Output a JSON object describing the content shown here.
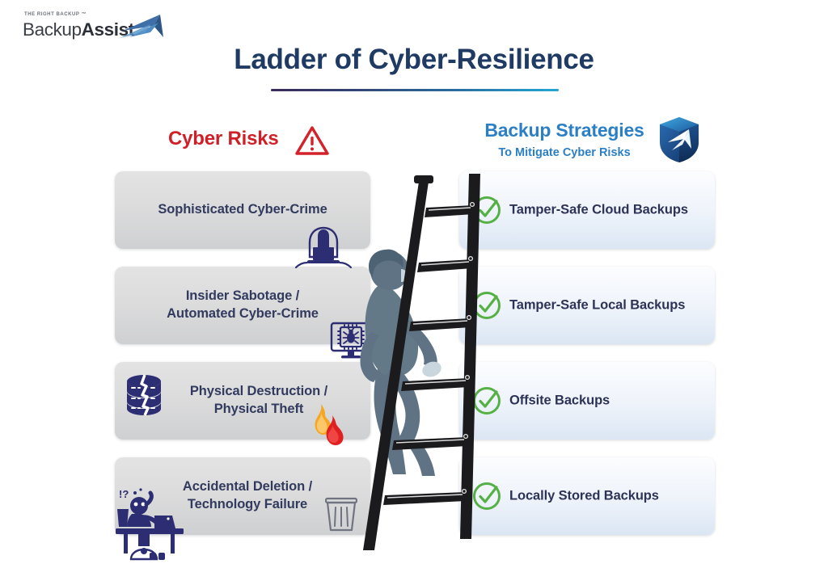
{
  "brand": {
    "tagline": "The Right Backup ™",
    "name_light": "Backup",
    "name_bold": "Assist",
    "logo_mark": "arrow-mark"
  },
  "header": {
    "title": "Ladder of Cyber-Resilience"
  },
  "columns": {
    "left": {
      "heading": "Cyber Risks",
      "heading_color": "#cf2027",
      "icon": "warning-triangle-icon",
      "items": [
        {
          "label": "Sophisticated Cyber-Crime",
          "icon": "hacker-laptop-icon"
        },
        {
          "label": "Insider Sabotage /\nAutomated Cyber-Crime",
          "line1": "Insider Sabotage /",
          "line2": "Automated Cyber-Crime",
          "icon": "monitor-bug-chip-icon"
        },
        {
          "label": "Physical Destruction /\nPhysical Theft",
          "line1": "Physical Destruction /",
          "line2": "Physical Theft",
          "icon": "cracked-database-icon",
          "icon2": "flame-icon"
        },
        {
          "label": "Accidental Deletion  /\nTechnology Failure",
          "line1": "Accidental Deletion  /",
          "line2": "Technology Failure",
          "icon": "frustrated-person-desk-icon",
          "icon2": "trash-bin-icon"
        }
      ]
    },
    "right": {
      "heading": "Backup Strategies",
      "subheading": "To Mitigate Cyber Risks",
      "heading_color": "#2b7fc4",
      "icon": "blue-shield-icon",
      "items": [
        {
          "label": "Tamper-Safe Cloud Backups",
          "icon": "green-check-circle-icon"
        },
        {
          "label": "Tamper-Safe Local Backups",
          "icon": "green-check-circle-icon"
        },
        {
          "label": "Offsite Backups",
          "icon": "green-check-circle-icon"
        },
        {
          "label": "Locally Stored Backups",
          "icon": "green-check-circle-icon"
        }
      ]
    }
  },
  "illustration": {
    "ladder": "black-ladder",
    "climber": "person-climbing-ladder",
    "climber_color": "#5f7385",
    "ladder_color": "#1b1b1e"
  },
  "palette": {
    "title_navy": "#1f3a63",
    "rule_start": "#3c2a57",
    "rule_end": "#23a7d6",
    "risk_red": "#cf2027",
    "strategy_blue": "#2b7fc4",
    "check_green": "#55b146",
    "icon_navy": "#2d2d73",
    "card_left_bg": "#dcdcdd",
    "card_right_bg": "#eef3fa"
  }
}
